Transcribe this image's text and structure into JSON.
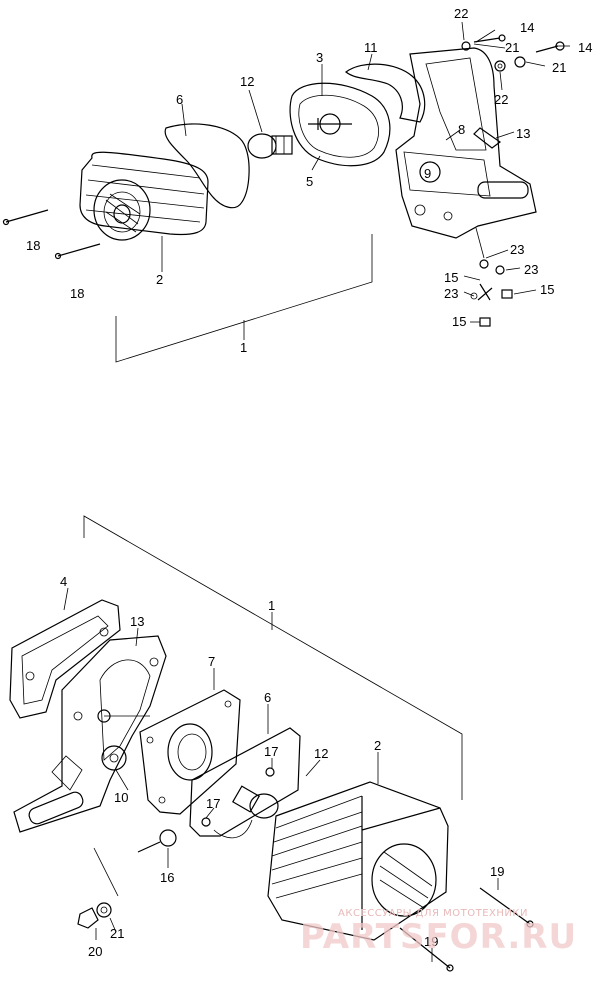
{
  "diagram": {
    "watermark_tagline": "АКСЕССУАРЫ ДЛЯ МОТОТЕХНИКИ",
    "watermark_brand": "PARTSFOR.RU",
    "callouts": {
      "top_22": "22",
      "top_14a": "14",
      "top_21a": "21",
      "top_14b": "14",
      "top_21b": "21",
      "top_22b": "22",
      "top_3": "3",
      "top_11": "11",
      "top_12": "12",
      "top_6": "6",
      "top_8": "8",
      "top_13": "13",
      "top_9": "9",
      "top_5": "5",
      "top_18a": "18",
      "top_18b": "18",
      "top_2": "2",
      "top_23a": "23",
      "top_15a": "15",
      "top_23b": "23",
      "top_23c": "23",
      "top_15b": "15",
      "top_15c": "15",
      "top_1": "1",
      "bot_1": "1",
      "bot_4": "4",
      "bot_13": "13",
      "bot_7": "7",
      "bot_6": "6",
      "bot_12": "12",
      "bot_2": "2",
      "bot_17a": "17",
      "bot_17b": "17",
      "bot_10": "10",
      "bot_16": "16",
      "bot_19a": "19",
      "bot_19b": "19",
      "bot_20": "20",
      "bot_21": "21"
    }
  }
}
